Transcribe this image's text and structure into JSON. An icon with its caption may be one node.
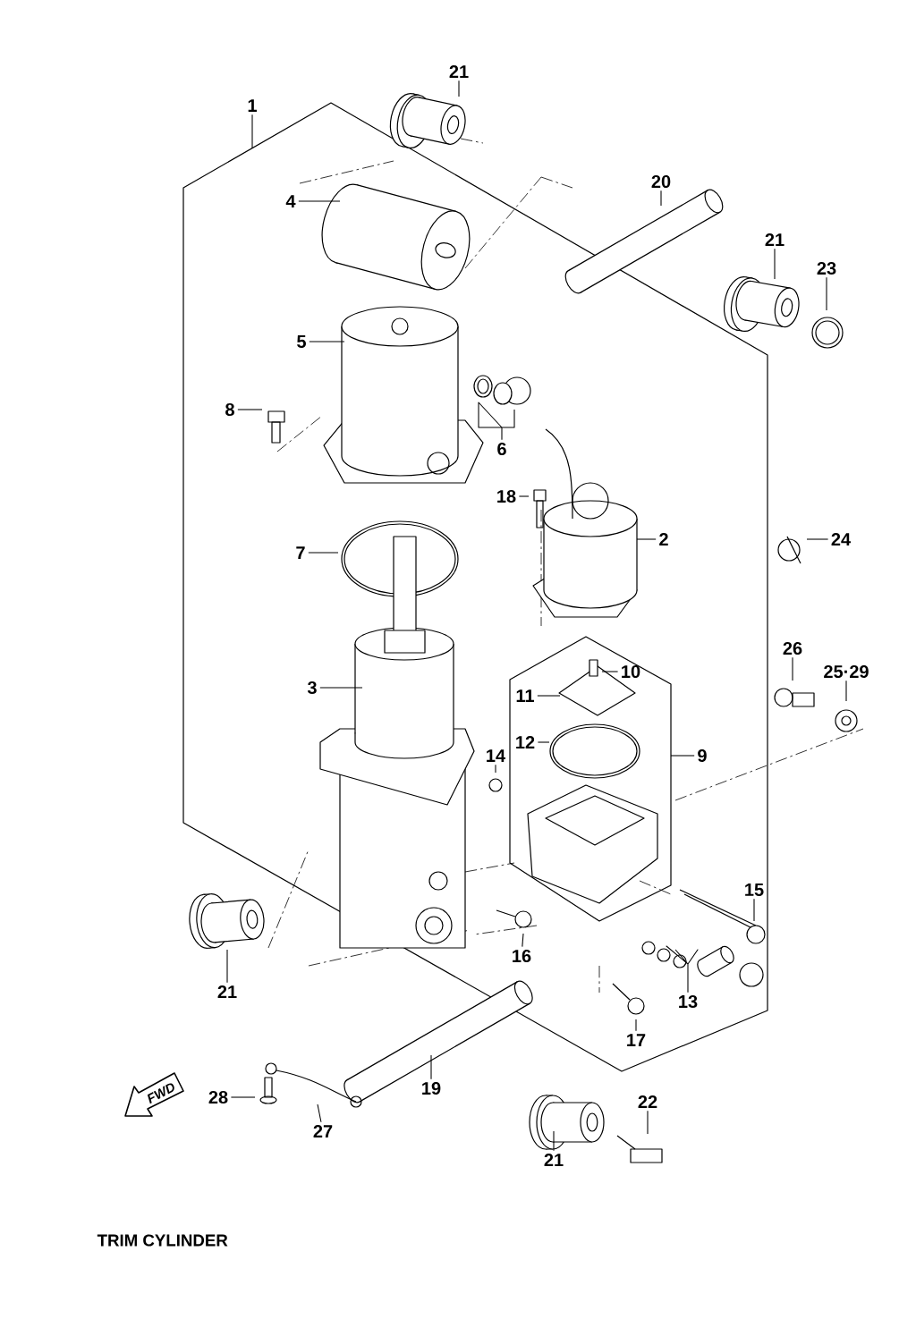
{
  "diagram": {
    "caption": "TRIM CYLINDER",
    "nodes": [
      {
        "text": [
          "21"
        ]
      },
      {
        "text": [
          "1"
        ]
      },
      {
        "text": [
          "20"
        ]
      },
      {
        "text": [
          "4"
        ]
      },
      {
        "text": [
          "21"
        ]
      },
      {
        "text": [
          "23"
        ]
      },
      {
        "text": [
          "5"
        ]
      },
      {
        "text": [
          "8"
        ]
      },
      {
        "text": [
          "6"
        ]
      },
      {
        "text": [
          "18"
        ]
      },
      {
        "text": [
          "2"
        ]
      },
      {
        "text": [
          "24"
        ]
      },
      {
        "text": [
          "7"
        ]
      },
      {
        "text": [
          "26"
        ]
      },
      {
        "text": [
          "10"
        ]
      },
      {
        "text": [
          "25·29"
        ]
      },
      {
        "text": [
          "3"
        ]
      },
      {
        "text": [
          "11"
        ]
      },
      {
        "text": [
          "12"
        ]
      },
      {
        "text": [
          "14"
        ]
      },
      {
        "text": [
          "9"
        ]
      },
      {
        "text": [
          "15"
        ]
      },
      {
        "text": [
          "16"
        ]
      },
      {
        "text": [
          "21"
        ]
      },
      {
        "text": [
          "13"
        ]
      },
      {
        "text": [
          "17"
        ]
      },
      {
        "text": [
          "19"
        ]
      },
      {
        "text": [
          "28"
        ]
      },
      {
        "text": [
          "22"
        ]
      },
      {
        "text": [
          "27"
        ]
      },
      {
        "text": [
          "21"
        ]
      }
    ],
    "edges": [
      {
        "from": 0,
        "to": null,
        "arrow": "none"
      },
      {
        "from": 1,
        "to": null,
        "arrow": "none"
      },
      {
        "from": 2,
        "to": null,
        "arrow": "none"
      },
      {
        "from": 3,
        "to": null,
        "arrow": "none"
      },
      {
        "from": 4,
        "to": null,
        "arrow": "none"
      },
      {
        "from": 5,
        "to": null,
        "arrow": "none"
      },
      {
        "from": 6,
        "to": null,
        "arrow": "none"
      },
      {
        "from": 7,
        "to": null,
        "arrow": "none"
      },
      {
        "from": 8,
        "to": null,
        "arrow": "none"
      },
      {
        "from": 9,
        "to": null,
        "arrow": "none"
      },
      {
        "from": 10,
        "to": null,
        "arrow": "none"
      },
      {
        "from": 11,
        "to": null,
        "arrow": "none"
      },
      {
        "from": 12,
        "to": null,
        "arrow": "none"
      },
      {
        "from": 13,
        "to": null,
        "arrow": "none"
      },
      {
        "from": 14,
        "to": null,
        "arrow": "none"
      },
      {
        "from": 15,
        "to": null,
        "arrow": "none"
      },
      {
        "from": 16,
        "to": null,
        "arrow": "none"
      },
      {
        "from": 17,
        "to": null,
        "arrow": "none"
      },
      {
        "from": 18,
        "to": null,
        "arrow": "none"
      },
      {
        "from": 19,
        "to": null,
        "arrow": "none"
      },
      {
        "from": 20,
        "to": null,
        "arrow": "none"
      },
      {
        "from": 21,
        "to": null,
        "arrow": "none"
      },
      {
        "from": 22,
        "to": null,
        "arrow": "none"
      },
      {
        "from": 23,
        "to": null,
        "arrow": "none"
      },
      {
        "from": 24,
        "to": null,
        "arrow": "none"
      },
      {
        "from": 25,
        "to": null,
        "arrow": "none"
      },
      {
        "from": 26,
        "to": null,
        "arrow": "none"
      },
      {
        "from": 27,
        "to": null,
        "arrow": "none"
      },
      {
        "from": 28,
        "to": null,
        "arrow": "none"
      },
      {
        "from": 29,
        "to": null,
        "arrow": "none"
      },
      {
        "from": 30,
        "to": null,
        "arrow": "none"
      }
    ],
    "labels": [
      "FWD"
    ]
  }
}
